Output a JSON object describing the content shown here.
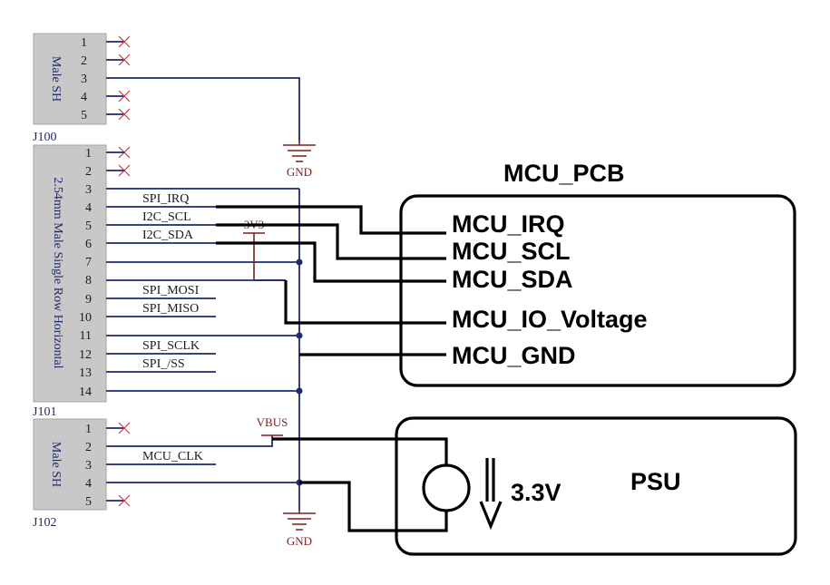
{
  "j100": {
    "designator": "J100",
    "title": "Male SH",
    "pins": [
      "1",
      "2",
      "3",
      "4",
      "5"
    ]
  },
  "j101": {
    "designator": "J101",
    "title": "2.54mm Male Single Row Horizontal",
    "pins": [
      "1",
      "2",
      "3",
      "4",
      "5",
      "6",
      "7",
      "8",
      "9",
      "10",
      "11",
      "12",
      "13",
      "14"
    ]
  },
  "j102": {
    "designator": "J102",
    "title": "Male SH",
    "pins": [
      "1",
      "2",
      "3",
      "4",
      "5"
    ]
  },
  "net_labels": {
    "spi_irq": "SPI_IRQ",
    "i2c_scl": "I2C_SCL",
    "i2c_sda": "I2C_SDA",
    "spi_mosi": "SPI_MOSI",
    "spi_miso": "SPI_MISO",
    "spi_sclk": "SPI_SCLK",
    "spi_ss": "SPI_/SS",
    "mcu_clk": "MCU_CLK"
  },
  "power": {
    "gnd_top": "GND",
    "gnd_bottom": "GND",
    "v3v3": "3V3",
    "vbus": "VBUS"
  },
  "mcu": {
    "title": "MCU_PCB",
    "signals": [
      "MCU_IRQ",
      "MCU_SCL",
      "MCU_SDA",
      "MCU_IO_Voltage",
      "MCU_GND"
    ]
  },
  "psu": {
    "title": "PSU",
    "voltage": "3.3V"
  },
  "colors": {
    "wire": "#1c2a70",
    "no_connect": "#c43b3b",
    "power_symbol": "#7a1f1f",
    "connector_body": "#c8c8c8",
    "annotation": "#000000"
  }
}
